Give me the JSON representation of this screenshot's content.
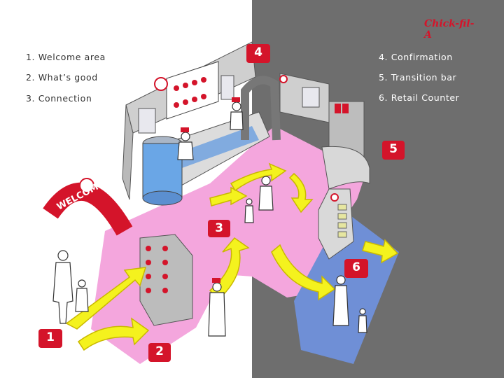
{
  "list_left": [
    {
      "label": "1. Welcome area"
    },
    {
      "label": "2. What’s good"
    },
    {
      "label": "3. Connection"
    }
  ],
  "list_right": [
    {
      "label": "4. Confirmation"
    },
    {
      "label": "5. Transition bar"
    },
    {
      "label": "6. Retail Counter"
    }
  ],
  "markers": [
    "1",
    "2",
    "3",
    "4",
    "5",
    "6"
  ],
  "welcome_sign": "WELCOME",
  "logo_text": "Chick-fil-A",
  "colors": {
    "accent_red": "#d4142a",
    "pink_floor": "#f4a6dd",
    "blue_floor": "#6f8fd6",
    "arrow_yellow": "#f4f21e",
    "panel_gray": "#6e6e6e"
  }
}
